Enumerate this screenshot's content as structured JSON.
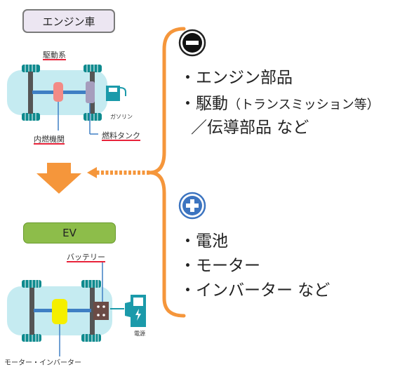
{
  "engine_car": {
    "title": "エンジン車",
    "drivetrain_label": "駆動系",
    "engine_label": "内燃機関",
    "fuel_tank_label": "燃料タンク",
    "fuel_label": "ガソリン"
  },
  "ev": {
    "title": "EV",
    "battery_label": "バッテリー",
    "motor_label": "モーター・インバーター",
    "power_label": "電源"
  },
  "minus_group": {
    "icon": "minus-circle-icon",
    "items": [
      "・エンジン部品",
      "・駆動",
      "（トランスミッション等）",
      "／伝導部品 など"
    ]
  },
  "plus_group": {
    "icon": "plus-circle-icon",
    "items": [
      "・電池",
      "・モーター",
      "・インバーター など"
    ]
  },
  "colors": {
    "orange": "#f5963b",
    "car_body": "#c5ebf1",
    "title_box": "#ece6f2",
    "ev_box": "#8dbd4a",
    "icon_blue": "#3c74c0",
    "underline_red": "#e8233a",
    "motor_yellow": "#f5ef00"
  }
}
